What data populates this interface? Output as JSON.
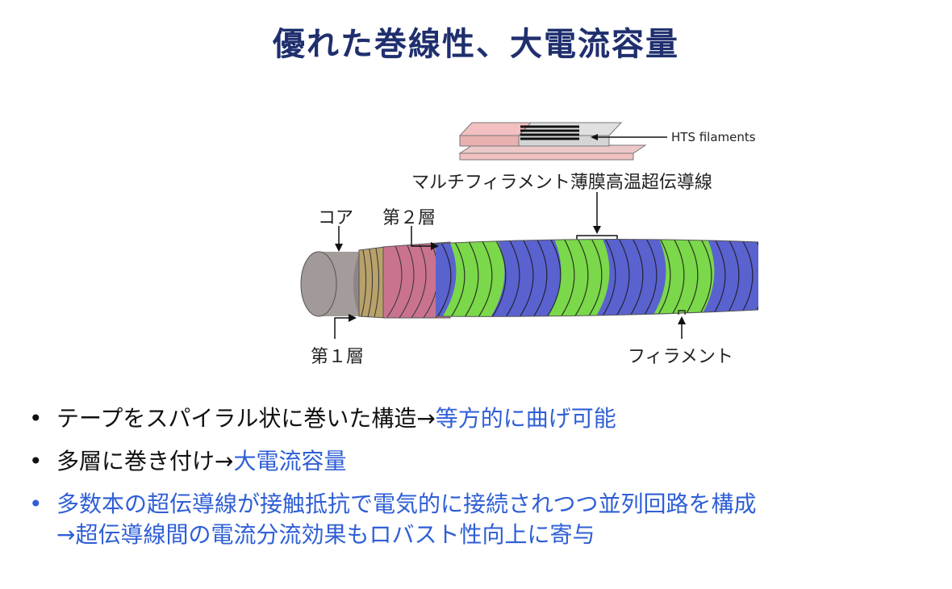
{
  "title": "優れた巻線性、大電流容量",
  "figure": {
    "labels": {
      "hts_filaments": "HTS filaments",
      "multifilament": "マルチフィラメント薄膜高温超伝導線",
      "core": "コア",
      "layer2": "第２層",
      "layer1": "第１層",
      "filament": "フィラメント"
    },
    "colors": {
      "core": "#a49b9b",
      "layer1": "#b8a16a",
      "layer2": "#c9738f",
      "green": "#7bd84a",
      "blue": "#5a62cf",
      "tape_pink": "#f2c0c0",
      "tape_gray": "#d5d5d5"
    }
  },
  "bullets": [
    {
      "text": "テープをスパイラル状に巻いた構造→",
      "highlight": "等方的に曲げ可能"
    },
    {
      "text": "多層に巻き付け→",
      "highlight": "大電流容量"
    },
    {
      "line1": "多数本の超伝導線が接触抵抗で電気的に接続されつつ並列回路を構成",
      "line2": "→超伝導線間の電流分流効果もロバスト性向上に寄与"
    }
  ]
}
